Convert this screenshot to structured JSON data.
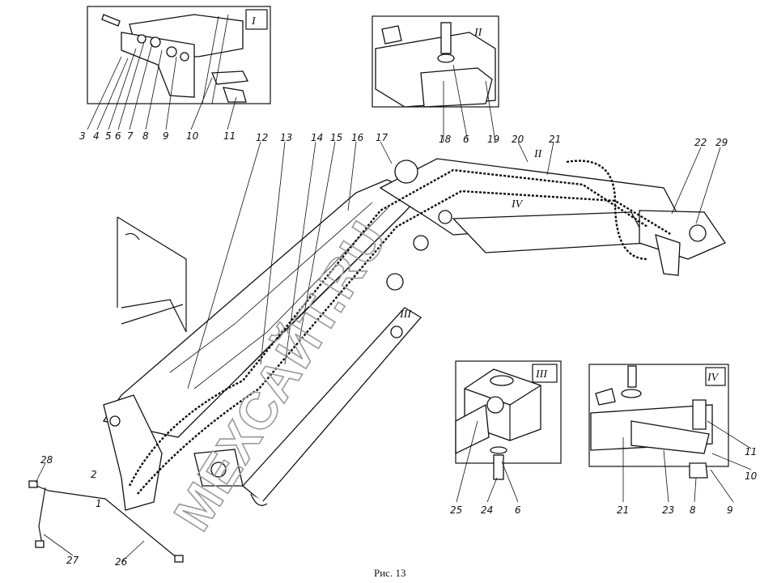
{
  "figure": {
    "caption": "Рис. 13",
    "watermark": "МЕХСАЙТ.RU",
    "callouts": [
      "1",
      "2",
      "3",
      "4",
      "5",
      "6",
      "7",
      "8",
      "9",
      "10",
      "11",
      "12",
      "13",
      "14",
      "15",
      "16",
      "17",
      "18",
      "19",
      "20",
      "21",
      "22",
      "23",
      "24",
      "25",
      "26",
      "27",
      "28",
      "29"
    ],
    "detail_views": {
      "I": "I",
      "II": "II",
      "III": "III",
      "IV": "IV"
    }
  }
}
